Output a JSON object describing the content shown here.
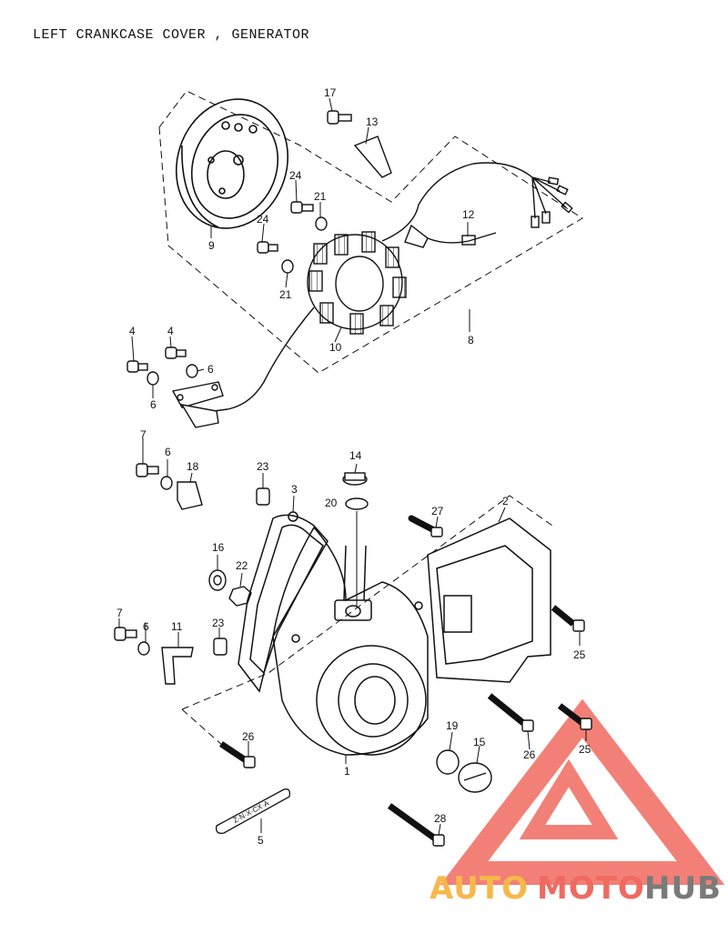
{
  "title": "LEFT CRANKCASE COVER , GENERATOR",
  "callouts": [
    "1",
    "2",
    "3",
    "4",
    "4",
    "5",
    "6",
    "6",
    "6",
    "6",
    "7",
    "7",
    "8",
    "9",
    "10",
    "11",
    "12",
    "13",
    "14",
    "15",
    "16",
    "17",
    "18",
    "19",
    "20",
    "21",
    "21",
    "22",
    "23",
    "23",
    "24",
    "24",
    "25",
    "25",
    "26",
    "26",
    "27",
    "28"
  ],
  "watermark": {
    "auto": "AUTO",
    "moto": "MOTO",
    "hub": "HUB",
    "color_orange": "#f7b84a",
    "color_red": "#f06a60",
    "color_gray": "#7a7a7a"
  },
  "colors": {
    "line": "#111111"
  }
}
